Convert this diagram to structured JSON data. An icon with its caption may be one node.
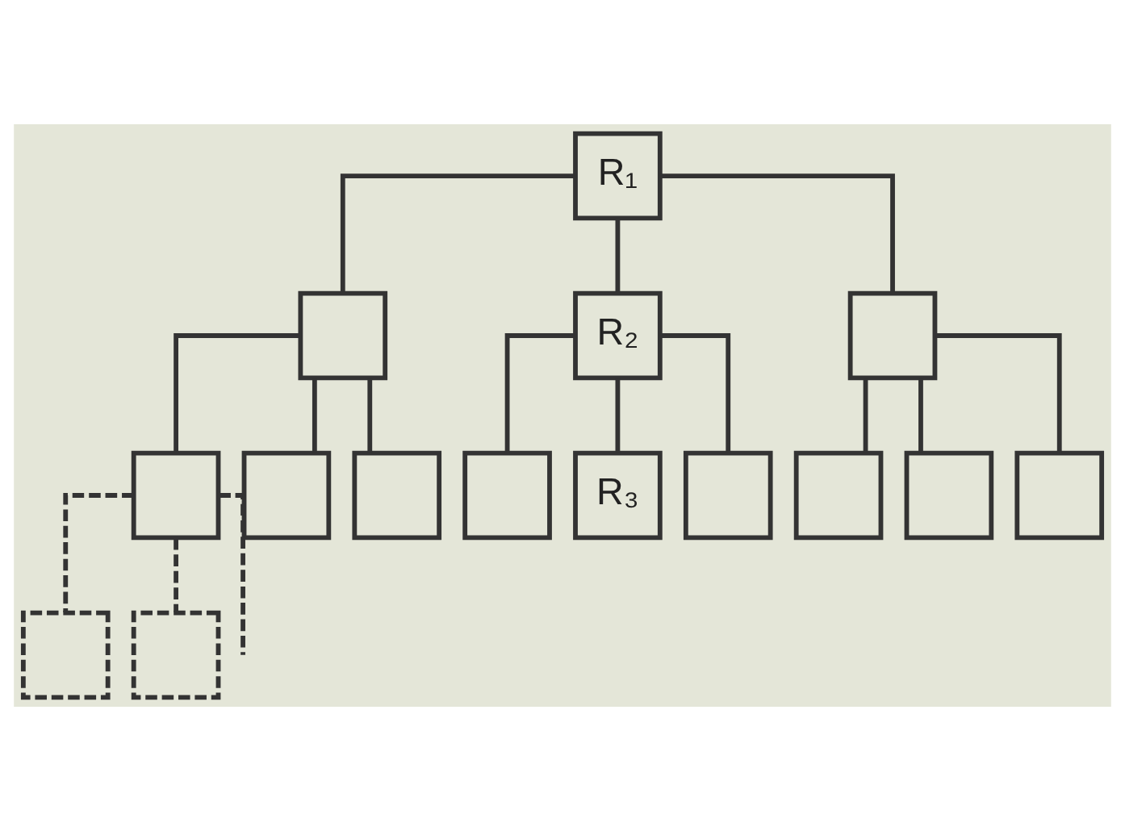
{
  "diagram": {
    "nodes": [
      {
        "text": [
          "R₁"
        ]
      },
      {
        "text": [],
        "shape": "box"
      },
      {
        "text": [
          "R₂"
        ]
      },
      {
        "text": [],
        "shape": "box"
      },
      {
        "text": [],
        "shape": "box"
      },
      {
        "text": [],
        "shape": "box"
      },
      {
        "text": [],
        "shape": "box"
      },
      {
        "text": [],
        "shape": "box"
      },
      {
        "text": [
          "R₃"
        ]
      },
      {
        "text": [],
        "shape": "box"
      },
      {
        "text": [],
        "shape": "box"
      },
      {
        "text": [],
        "shape": "box"
      },
      {
        "text": [],
        "shape": "box"
      },
      {
        "text": [],
        "shape": "box"
      },
      {
        "text": [],
        "shape": "box"
      }
    ],
    "edges": [
      {
        "from": 0,
        "to": 1,
        "arrow": "none"
      },
      {
        "from": 0,
        "to": 2,
        "arrow": "none"
      },
      {
        "from": 0,
        "to": 3,
        "arrow": "none"
      },
      {
        "from": 1,
        "to": 4,
        "arrow": "none"
      },
      {
        "from": 1,
        "to": 5,
        "arrow": "none"
      },
      {
        "from": 1,
        "to": 6,
        "arrow": "none"
      },
      {
        "from": 2,
        "to": 7,
        "arrow": "none"
      },
      {
        "from": 2,
        "to": 8,
        "arrow": "none"
      },
      {
        "from": 2,
        "to": 9,
        "arrow": "none"
      },
      {
        "from": 3,
        "to": 10,
        "arrow": "none"
      },
      {
        "from": 3,
        "to": 11,
        "arrow": "none"
      },
      {
        "from": 3,
        "to": 12,
        "arrow": "none"
      },
      {
        "from": 4,
        "to": 13,
        "arrow": "none",
        "style": "dashed"
      },
      {
        "from": 4,
        "to": 14,
        "arrow": "none",
        "style": "dashed"
      },
      {
        "from": 4,
        "to": null,
        "arrow": "none",
        "style": "dashed"
      }
    ]
  }
}
